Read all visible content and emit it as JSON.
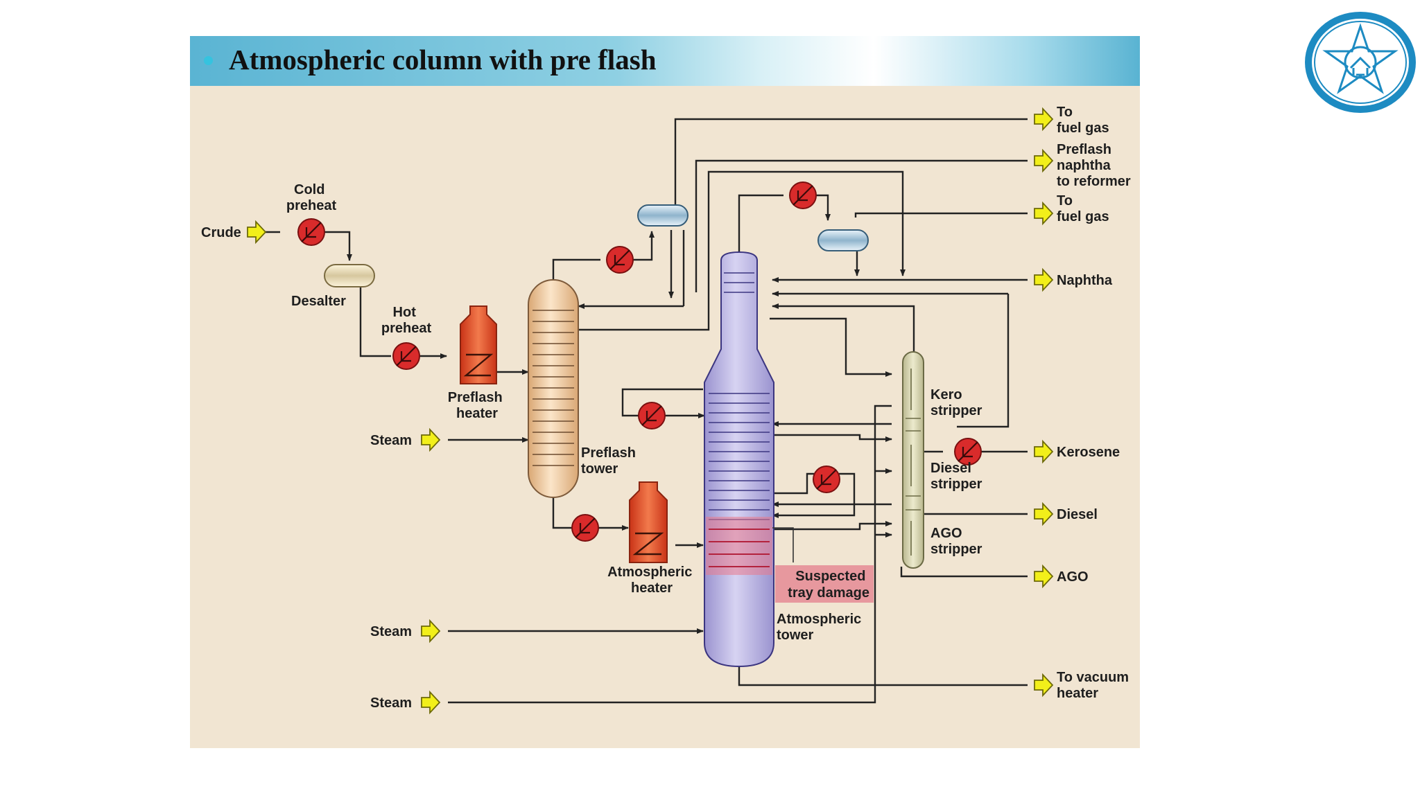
{
  "slide": {
    "title": "Atmospheric column with pre flash"
  },
  "diagram": {
    "inputs": {
      "crude": "Crude",
      "steam_1": "Steam",
      "steam_2": "Steam",
      "steam_3": "Steam"
    },
    "equipment": {
      "cold_preheat": [
        "Cold",
        "preheat"
      ],
      "desalter": "Desalter",
      "hot_preheat": [
        "Hot",
        "preheat"
      ],
      "preflash_heater": [
        "Preflash",
        "heater"
      ],
      "preflash_tower": [
        "Preflash",
        "tower"
      ],
      "atmospheric_heater": [
        "Atmospheric",
        "heater"
      ],
      "atmospheric_tower": [
        "Atmospheric",
        "tower"
      ],
      "suspected_damage": [
        "Suspected",
        "tray damage"
      ],
      "kero_stripper": [
        "Kero",
        "stripper"
      ],
      "diesel_stripper": [
        "Diesel",
        "stripper"
      ],
      "ago_stripper": [
        "AGO",
        "stripper"
      ]
    },
    "outputs": {
      "fuel_gas_1": [
        "To",
        "fuel gas"
      ],
      "preflash_naphtha": [
        "Preflash",
        "naphtha",
        "to reformer"
      ],
      "fuel_gas_2": [
        "To",
        "fuel gas"
      ],
      "naphtha": "Naphtha",
      "kerosene": "Kerosene",
      "diesel": "Diesel",
      "ago": "AGO",
      "vacuum_heater": [
        "To vacuum",
        "heater"
      ]
    },
    "colors": {
      "background": "#f1e5d2",
      "exchanger": "#d92b2b",
      "heater": "#e8542c",
      "preflash_tower": "#f0c9a0",
      "atmospheric_tower": "#b9b3e0",
      "stripper": "#d9d8b4",
      "drum": "#a9c6d8",
      "arrow": "#f2ef1a",
      "damage": "#e97a8c"
    }
  }
}
